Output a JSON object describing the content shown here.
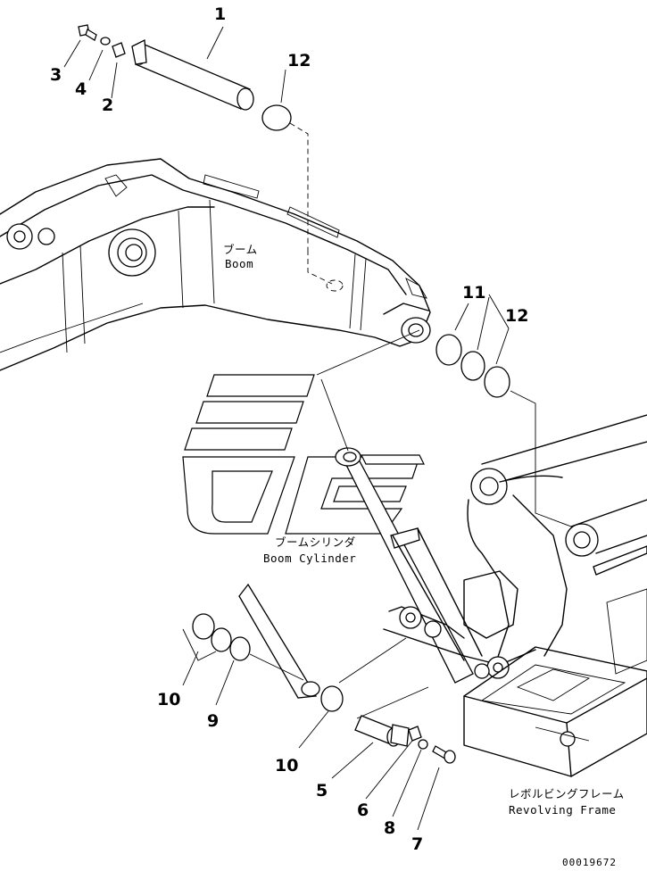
{
  "labels": {
    "boom_jp": "ブーム",
    "boom_en": "Boom",
    "boom_cylinder_jp": "ブームシリンダ",
    "boom_cylinder_en": "Boom Cylinder",
    "revolving_frame_jp": "レボルビングフレーム",
    "revolving_frame_en": "Revolving Frame"
  },
  "callouts": {
    "c1": "1",
    "c2": "2",
    "c3": "3",
    "c4": "4",
    "c5": "5",
    "c6": "6",
    "c7": "7",
    "c8": "8",
    "c9": "9",
    "c10a": "10",
    "c10b": "10",
    "c11": "11",
    "c12a": "12",
    "c12b": "12"
  },
  "drawing_code": "00019672"
}
